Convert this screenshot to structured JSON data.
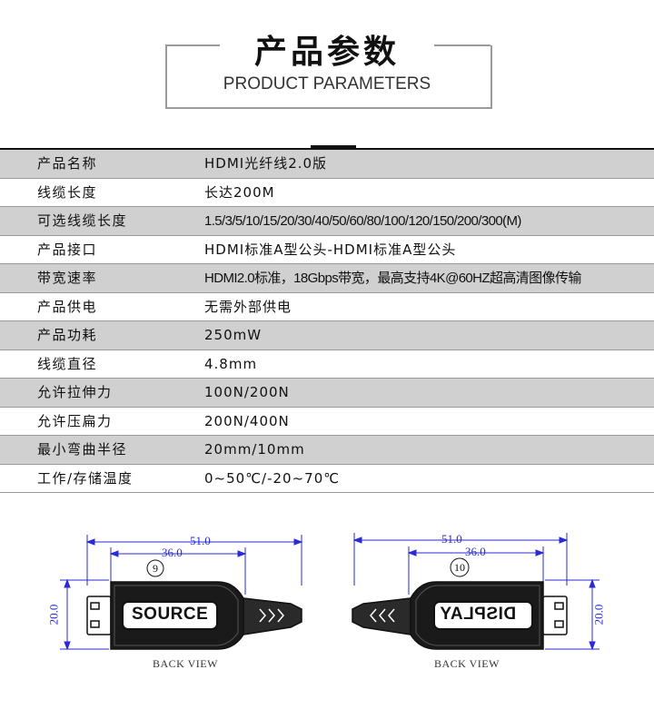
{
  "header": {
    "title_cn": "产品参数",
    "title_en": "PRODUCT PARAMETERS"
  },
  "specs": [
    {
      "label": "产品名称",
      "value": "HDMI光纤线2.0版"
    },
    {
      "label": "线缆长度",
      "value": "长达200M"
    },
    {
      "label": "可选线缆长度",
      "value": "1.5/3/5/10/15/20/30/40/50/60/80/100/120/150/200/300(M)"
    },
    {
      "label": "产品接口",
      "value": "HDMI标准A型公头-HDMI标准A型公头"
    },
    {
      "label": "带宽速率",
      "value": "HDMI2.0标准，18Gbps带宽，最高支持4K@60HZ超高清图像传输"
    },
    {
      "label": "产品供电",
      "value": "无需外部供电"
    },
    {
      "label": "产品功耗",
      "value": "250mW"
    },
    {
      "label": "线缆直径",
      "value": "4.8mm"
    },
    {
      "label": "允许拉伸力",
      "value": "100N/200N"
    },
    {
      "label": "允许压扁力",
      "value": "200N/400N"
    },
    {
      "label": "最小弯曲半径",
      "value": "20mm/10mm"
    },
    {
      "label": "工作/存储温度",
      "value": "0~50℃/-20~70℃"
    }
  ],
  "diagrams": {
    "left": {
      "dim_total": "51.0",
      "dim_body": "36.0",
      "dim_height": "20.0",
      "marker": "9",
      "plate": "SOURCE",
      "caption": "BACK VIEW"
    },
    "right": {
      "dim_total": "51.0",
      "dim_body": "36.0",
      "dim_height": "20.0",
      "marker": "10",
      "plate": "DISPLAY",
      "caption": "BACK VIEW"
    }
  },
  "colors": {
    "row_shade": "#d0d0d0",
    "dimension_line": "#2a2ad6",
    "rule": "#111111"
  }
}
